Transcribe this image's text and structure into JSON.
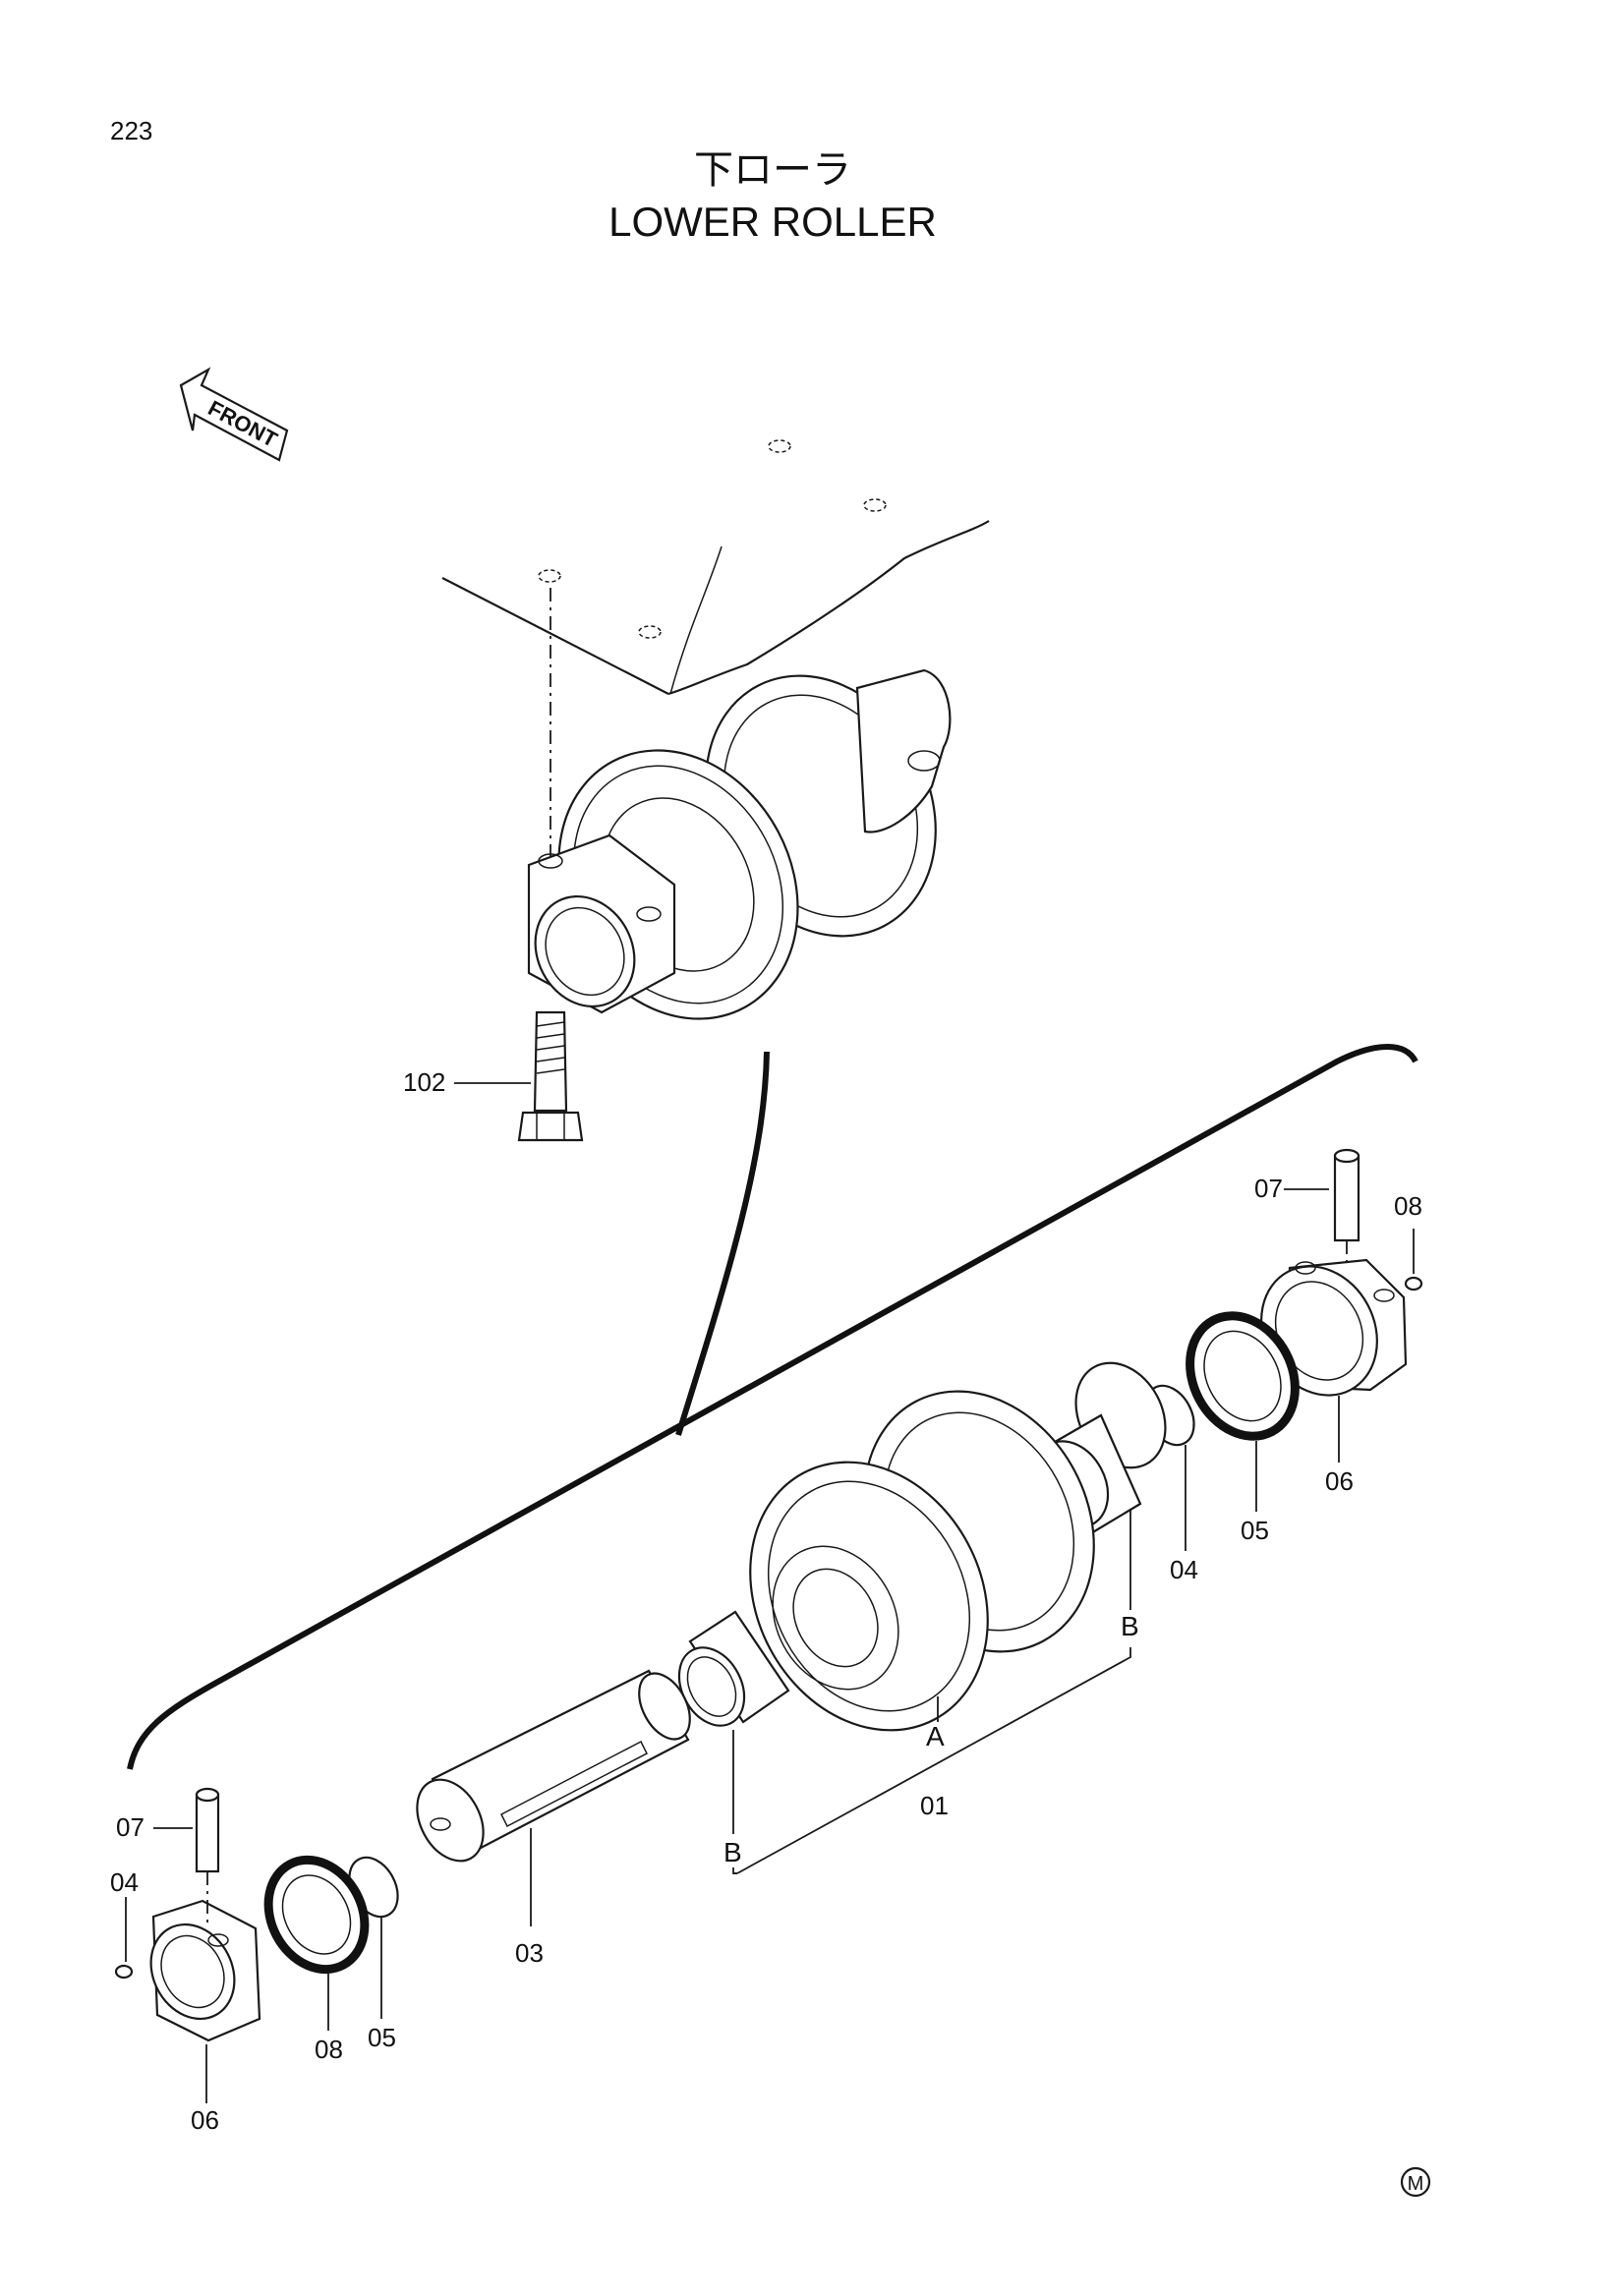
{
  "page_number": "223",
  "title_japanese": "下ローラ",
  "title_english": "LOWER ROLLER",
  "front_label": "FRONT",
  "mark": "M",
  "callouts": [
    {
      "id": "c-102",
      "label": "102"
    },
    {
      "id": "c-07-right",
      "label": "07"
    },
    {
      "id": "c-08-right",
      "label": "08"
    },
    {
      "id": "c-06-right",
      "label": "06"
    },
    {
      "id": "c-05-right",
      "label": "05"
    },
    {
      "id": "c-04-right",
      "label": "04"
    },
    {
      "id": "c-B-right",
      "label": "B"
    },
    {
      "id": "c-A",
      "label": "A"
    },
    {
      "id": "c-01",
      "label": "01"
    },
    {
      "id": "c-B-left",
      "label": "B"
    },
    {
      "id": "c-03",
      "label": "03"
    },
    {
      "id": "c-07-left",
      "label": "07"
    },
    {
      "id": "c-08-left",
      "label": "08"
    },
    {
      "id": "c-05-left",
      "label": "05"
    },
    {
      "id": "c-04-left",
      "label": "04"
    },
    {
      "id": "c-06-left",
      "label": "06"
    }
  ]
}
